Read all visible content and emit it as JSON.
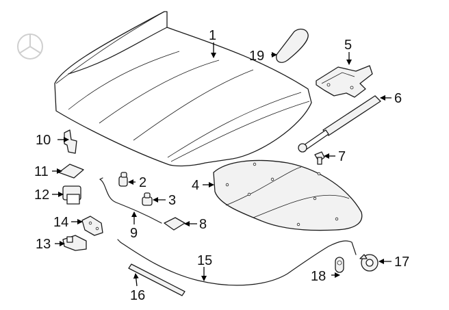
{
  "callouts": {
    "c1": "1",
    "c2": "2",
    "c3": "3",
    "c4": "4",
    "c5": "5",
    "c6": "6",
    "c7": "7",
    "c8": "8",
    "c9": "9",
    "c10": "10",
    "c11": "11",
    "c12": "12",
    "c13": "13",
    "c14": "14",
    "c15": "15",
    "c16": "16",
    "c17": "17",
    "c18": "18",
    "c19": "19"
  },
  "watermark": "mercedes-star-logo"
}
